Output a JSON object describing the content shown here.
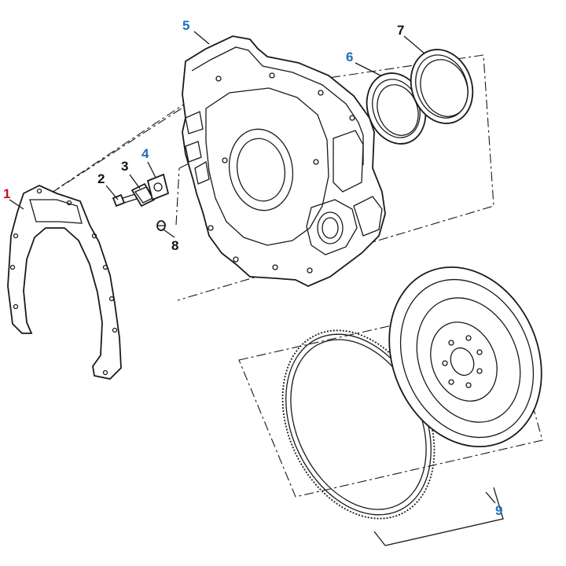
{
  "diagram": {
    "callouts": [
      {
        "id": "1",
        "label": "1",
        "color": "#c8102e"
      },
      {
        "id": "2",
        "label": "2",
        "color": "#111111"
      },
      {
        "id": "3",
        "label": "3",
        "color": "#111111"
      },
      {
        "id": "4",
        "label": "4",
        "color": "#1f6fb5"
      },
      {
        "id": "5",
        "label": "5",
        "color": "#1f6fb5"
      },
      {
        "id": "6",
        "label": "6",
        "color": "#1f6fb5"
      },
      {
        "id": "7",
        "label": "7",
        "color": "#111111"
      },
      {
        "id": "8",
        "label": "8",
        "color": "#111111"
      },
      {
        "id": "9",
        "label": "9",
        "color": "#1f6fb5"
      }
    ],
    "parts": [
      {
        "name": "gasket-plate",
        "callout": "1"
      },
      {
        "name": "bolt",
        "callout": "2"
      },
      {
        "name": "cover",
        "callout": "3"
      },
      {
        "name": "gasket",
        "callout": "4"
      },
      {
        "name": "flywheel-housing",
        "callout": "5"
      },
      {
        "name": "seal-ring",
        "callout": "6"
      },
      {
        "name": "oil-seal",
        "callout": "7"
      },
      {
        "name": "plug",
        "callout": "8"
      },
      {
        "name": "flywheel-assembly",
        "callout": "9"
      }
    ],
    "colors": {
      "line": "#1a1a1a",
      "background": "#ffffff"
    }
  }
}
